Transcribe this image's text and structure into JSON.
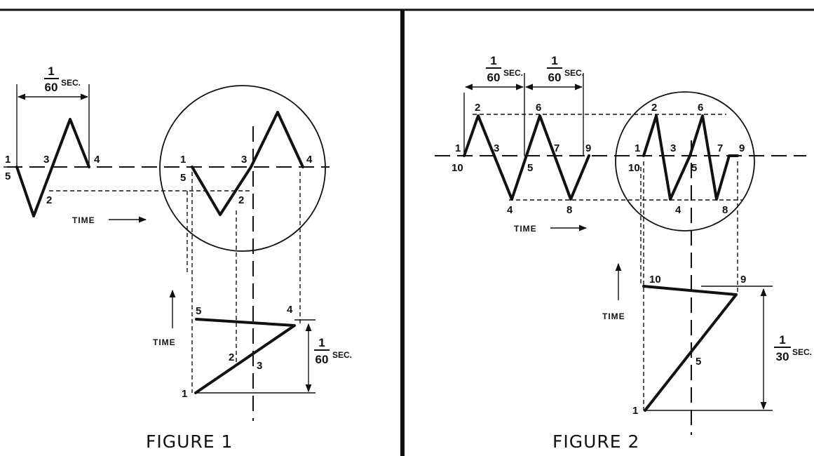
{
  "figure1": {
    "caption": "FIGURE 1",
    "period_num": "1",
    "period_den": "60",
    "period_unit": "SEC.",
    "time_axis_label": "TIME",
    "time_vertical_label": "TIME",
    "wave_points": [
      "1",
      "5",
      "3",
      "2",
      "4"
    ],
    "circle_points": [
      "1",
      "5",
      "2",
      "3",
      "4"
    ],
    "sweep_points": [
      "5",
      "4",
      "2",
      "3",
      "1"
    ],
    "sweep_num": "1",
    "sweep_den": "60",
    "sweep_unit": "SEC."
  },
  "figure2": {
    "caption": "FIGURE 2",
    "period1_num": "1",
    "period1_den": "60",
    "period1_unit": "SEC.",
    "period2_num": "1",
    "period2_den": "60",
    "period2_unit": "SEC.",
    "time_axis_label": "TIME",
    "time_vertical_label": "TIME",
    "wave_points": [
      "2",
      "6",
      "1",
      "10",
      "3",
      "5",
      "7",
      "9",
      "4",
      "8"
    ],
    "circle_points": [
      "2",
      "6",
      "1",
      "10",
      "3",
      "5",
      "7",
      "9",
      "4",
      "8"
    ],
    "sweep_points": [
      "10",
      "9",
      "5",
      "1"
    ],
    "sweep_num": "1",
    "sweep_den": "30",
    "sweep_unit": "SEC."
  }
}
